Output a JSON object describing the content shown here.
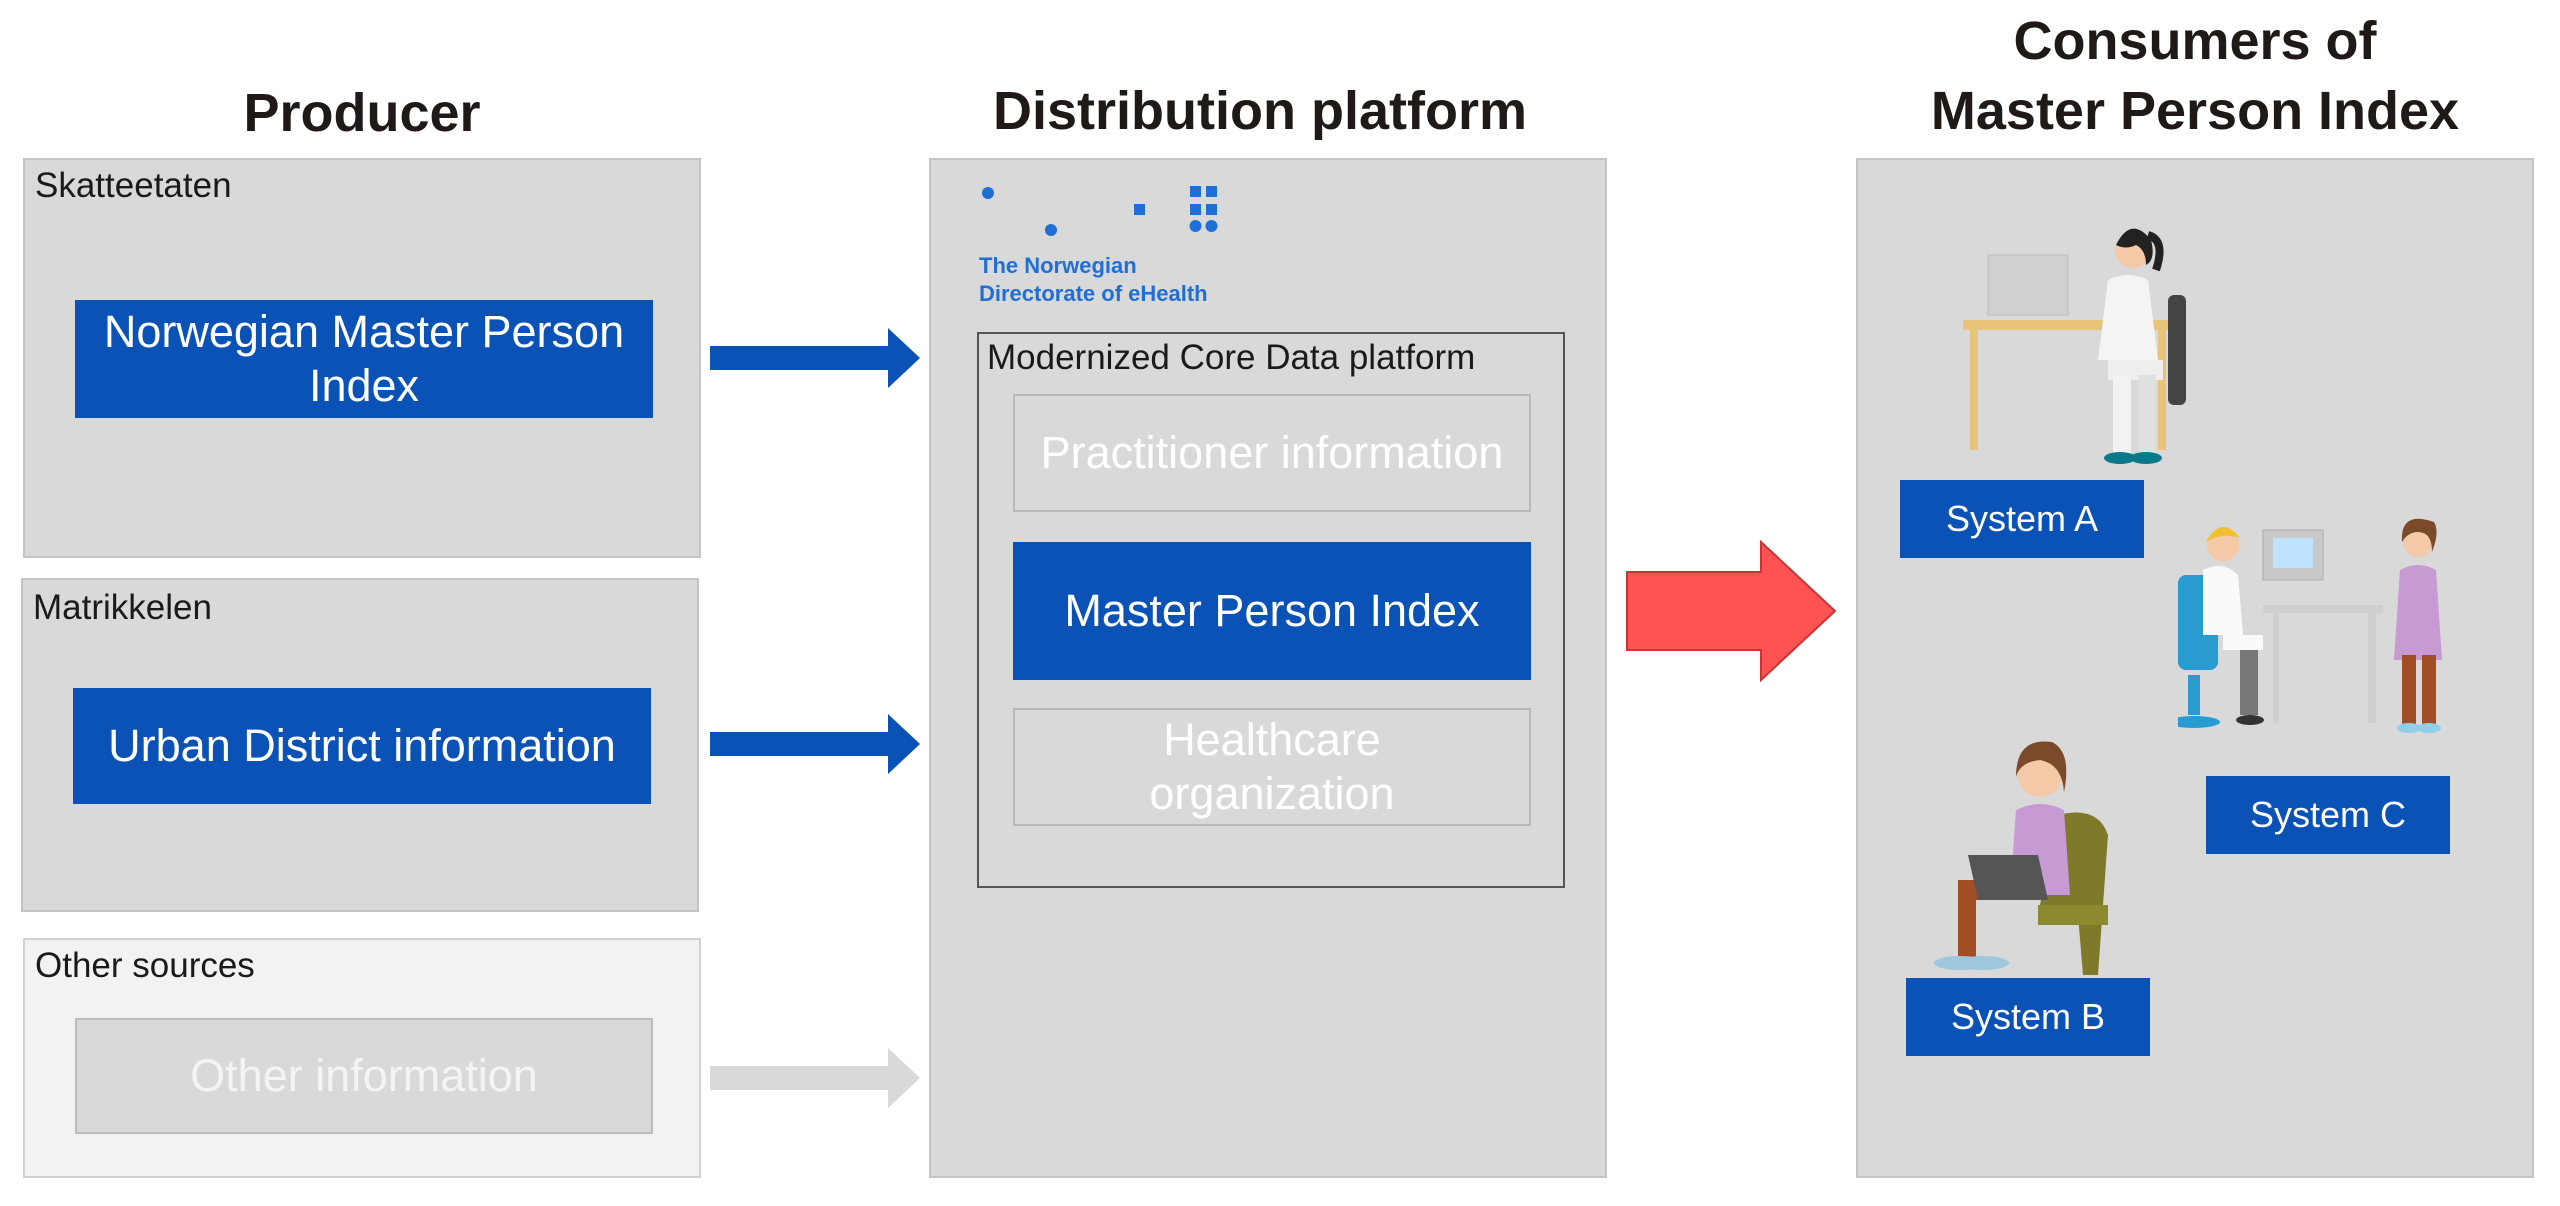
{
  "titles": {
    "producer": "Producer",
    "distribution": "Distribution platform",
    "consumers_line1": "Consumers of",
    "consumers_line2": "Master Person Index"
  },
  "producer": {
    "panel1": {
      "label": "Skatteetaten",
      "box": "Norwegian Master Person Index"
    },
    "panel2": {
      "label": "Matrikkelen",
      "box": "Urban District information"
    },
    "panel3": {
      "label": "Other sources",
      "box": "Other information"
    }
  },
  "distribution": {
    "logo_line1": "The Norwegian",
    "logo_line2": "Directorate of eHealth",
    "frame_label": "Modernized Core Data platform",
    "box1": "Practitioner information",
    "box2": "Master Person Index",
    "box3": "Healthcare organization"
  },
  "consumers": {
    "system_a": "System A",
    "system_b": "System B",
    "system_c": "System C"
  },
  "colors": {
    "blue": "#0a52b5",
    "red_arrow": "#ff5252",
    "grey_panel": "#d9d9d9",
    "logo_blue": "#1f6fd6"
  }
}
